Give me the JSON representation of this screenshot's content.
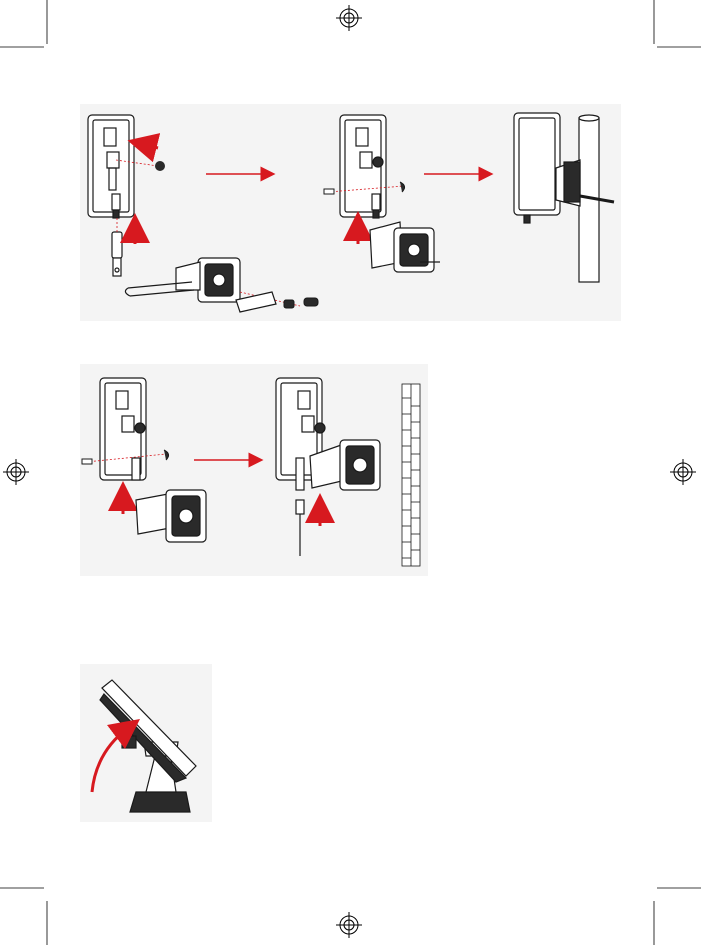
{
  "page": {
    "crop_marks": "crop-marks",
    "registration_marks": "registration-marks"
  },
  "figures": [
    {
      "name": "pole-mount-assembly",
      "icon": "pole-mount-illustration"
    },
    {
      "name": "wall-mount-assembly",
      "icon": "wall-mount-illustration"
    },
    {
      "name": "tilt-adjustment",
      "icon": "tilt-adjustment-illustration"
    }
  ],
  "colors": {
    "accent": "#d7191f",
    "line": "#1a1a1a",
    "panel": "#f4f4f4",
    "device_fill": "#ffffff",
    "dark": "#2a2a2a"
  }
}
